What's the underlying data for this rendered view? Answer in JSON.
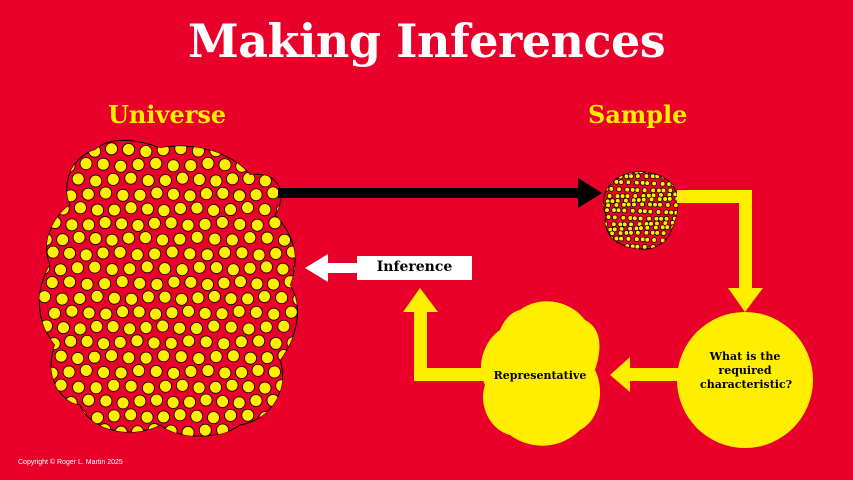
{
  "title": "Making Inferences",
  "universe_label": "Universe",
  "sample_label": "Sample",
  "inference_label": "Inference",
  "representative_label": "Representative",
  "question_label": "What is the required characteristic?",
  "copyright": "Copyright © Roger L. Martin 2025",
  "colors": {
    "background": "#e8002a",
    "yellow": "#ffee00",
    "title": "#ffffff"
  }
}
